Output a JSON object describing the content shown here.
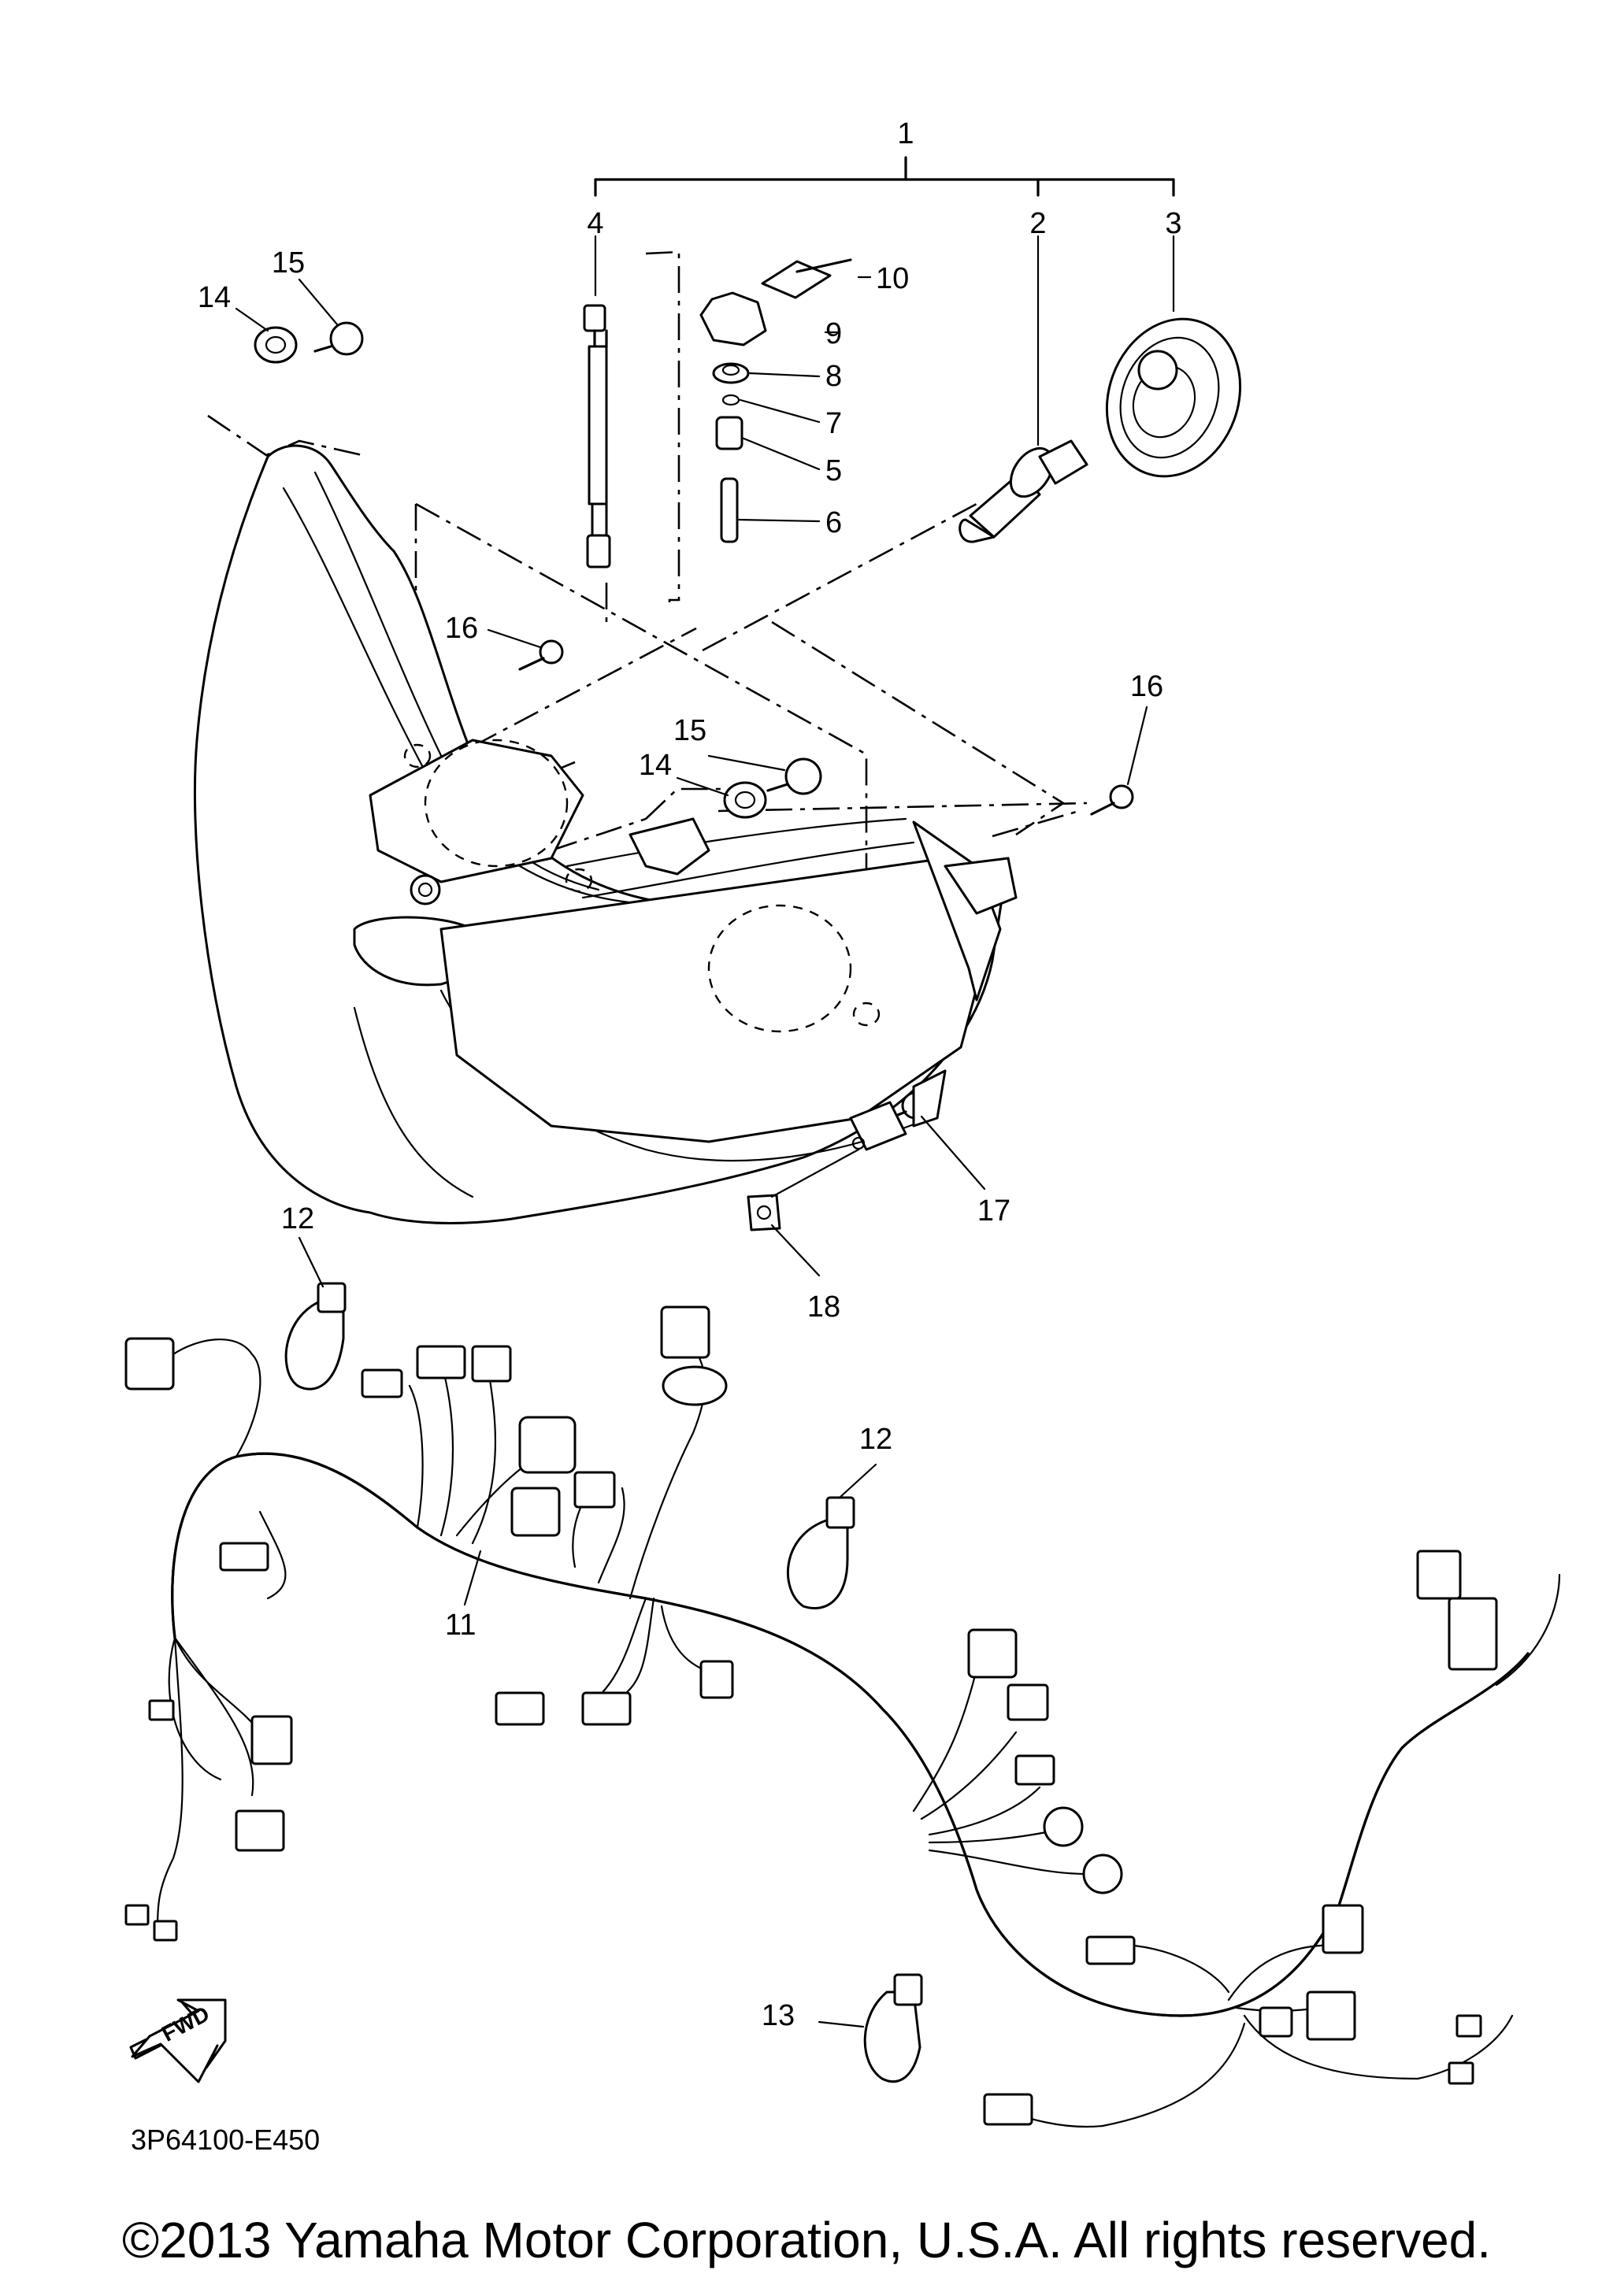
{
  "callouts": [
    {
      "id": "1",
      "label": "1"
    },
    {
      "id": "2",
      "label": "2"
    },
    {
      "id": "3",
      "label": "3"
    },
    {
      "id": "4",
      "label": "4"
    },
    {
      "id": "5",
      "label": "5"
    },
    {
      "id": "6",
      "label": "6"
    },
    {
      "id": "7",
      "label": "7"
    },
    {
      "id": "8",
      "label": "8"
    },
    {
      "id": "9",
      "label": "9"
    },
    {
      "id": "10",
      "label": "10"
    },
    {
      "id": "11",
      "label": "11"
    },
    {
      "id": "12a",
      "label": "12"
    },
    {
      "id": "12b",
      "label": "12"
    },
    {
      "id": "13",
      "label": "13"
    },
    {
      "id": "14a",
      "label": "14"
    },
    {
      "id": "14b",
      "label": "14"
    },
    {
      "id": "15a",
      "label": "15"
    },
    {
      "id": "15b",
      "label": "15"
    },
    {
      "id": "16a",
      "label": "16"
    },
    {
      "id": "16b",
      "label": "16"
    },
    {
      "id": "17",
      "label": "17"
    },
    {
      "id": "18",
      "label": "18"
    }
  ],
  "diagram_code": "3P64100-E450",
  "fwd_label": "FWD",
  "copyright": "©2013 Yamaha Motor Corporation, U.S.A. All rights reserved."
}
